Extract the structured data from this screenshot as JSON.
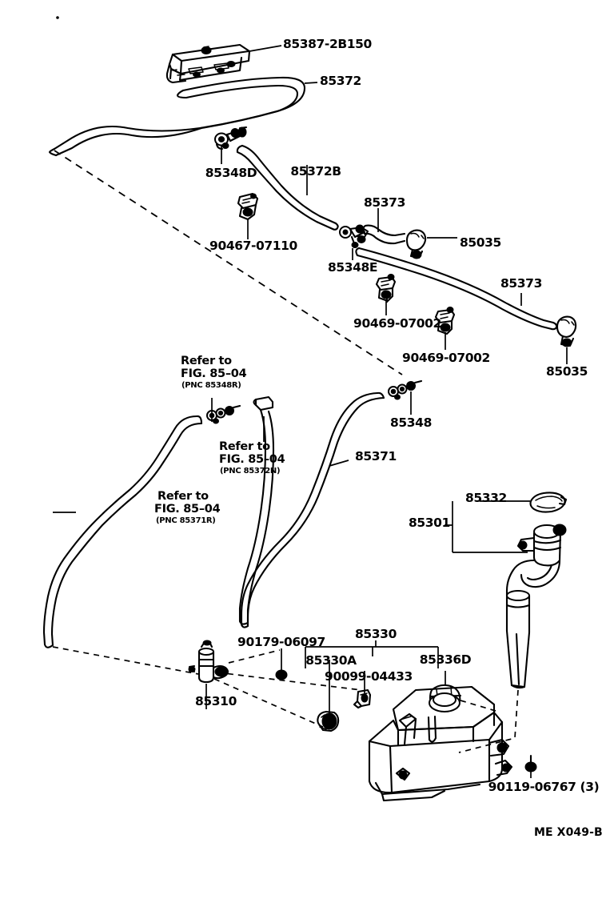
{
  "document": {
    "type": "automotive-parts-illustration",
    "system": "Windshield Washer / Rear Washer",
    "figure_code": "ME X049-B",
    "line_color": "#000000",
    "background_color": "#ffffff"
  },
  "callouts": [
    {
      "id": "c01",
      "text": "85387-2B150",
      "part": "rear-washer-nozzle"
    },
    {
      "id": "c02",
      "text": "85372",
      "part": "washer-hose-rear"
    },
    {
      "id": "c03",
      "text": "85348D",
      "part": "hose-joint"
    },
    {
      "id": "c04",
      "text": "85372B",
      "part": "washer-hose-branch"
    },
    {
      "id": "c05",
      "text": "90467-07110",
      "part": "hose-clip"
    },
    {
      "id": "c06",
      "text": "85373",
      "part": "washer-hose-short-upper"
    },
    {
      "id": "c07",
      "text": "85035",
      "part": "hose-clamp-upper"
    },
    {
      "id": "c08",
      "text": "85348E",
      "part": "hose-joint-three-way"
    },
    {
      "id": "c09",
      "text": "90469-07002",
      "part": "hose-clamp-clip-1"
    },
    {
      "id": "c10",
      "text": "90469-07002",
      "part": "hose-clamp-clip-2"
    },
    {
      "id": "c11",
      "text": "85373",
      "part": "washer-hose-short-lower"
    },
    {
      "id": "c12",
      "text": "85035",
      "part": "hose-clamp-lower"
    },
    {
      "id": "c13",
      "text": "85348",
      "part": "hose-joint-connector"
    },
    {
      "id": "c14",
      "text": "85371",
      "part": "washer-hose-front"
    },
    {
      "id": "c15",
      "text": "85332",
      "part": "reservoir-filler-cap"
    },
    {
      "id": "c16",
      "text": "85301",
      "part": "filler-neck-assembly"
    },
    {
      "id": "c17",
      "text": "90179-06097",
      "part": "nut"
    },
    {
      "id": "c18",
      "text": "85330",
      "part": "washer-jar-assembly"
    },
    {
      "id": "c19",
      "text": "85330A",
      "part": "jar-grommet"
    },
    {
      "id": "c20",
      "text": "90099-04433",
      "part": "clamp"
    },
    {
      "id": "c21",
      "text": "85336D",
      "part": "jar-inlet-grommet"
    },
    {
      "id": "c22",
      "text": "85310",
      "part": "washer-pump-motor"
    },
    {
      "id": "c23",
      "text": "90119-06767 (3)",
      "part": "bolt-stud"
    }
  ],
  "refer_notes": [
    {
      "id": "r1",
      "line1": "Refer to",
      "line2": "FIG. 85–04",
      "pnc": "(PNC 85348R)"
    },
    {
      "id": "r2",
      "line1": "Refer to",
      "line2": "FIG. 85–04",
      "pnc": "(PNC 85372N)"
    },
    {
      "id": "r3",
      "line1": "Refer to",
      "line2": "FIG. 85–04",
      "pnc": "(PNC 85371R)"
    }
  ],
  "figure_code": "ME X049-B"
}
